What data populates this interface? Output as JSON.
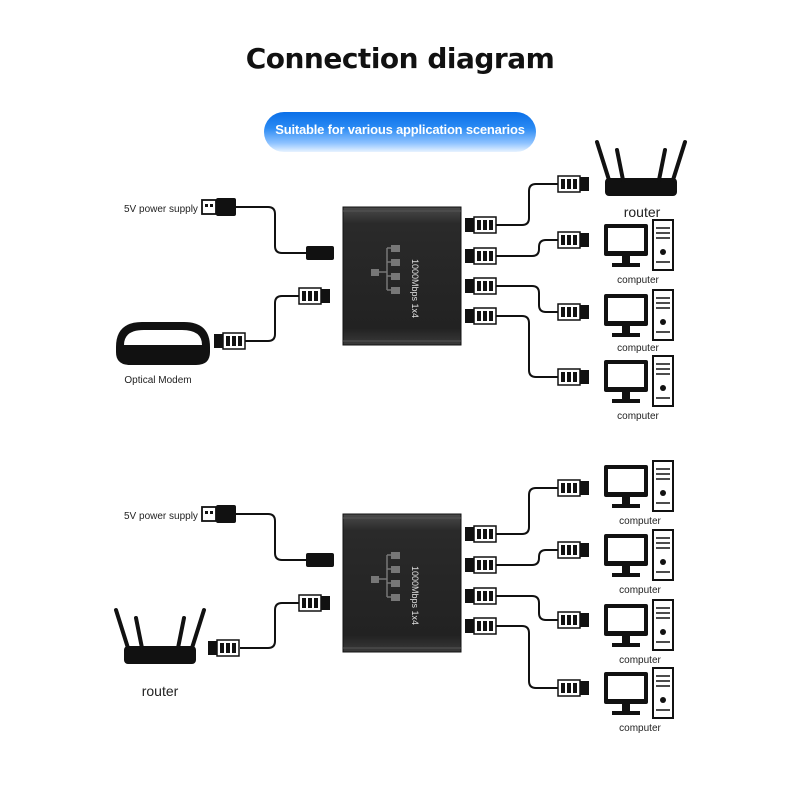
{
  "title": "Connection diagram",
  "subtitle": "Suitable for various application scenarios",
  "labels": {
    "power": "5V power supply",
    "modem": "Optical Modem",
    "router": "router",
    "computer": "computer"
  },
  "device_text": "1000Mbps 1x4",
  "colors": {
    "subtitle_bg": "#1f7ff0",
    "device_body": "#2b2b2b",
    "cable": "#111111"
  }
}
